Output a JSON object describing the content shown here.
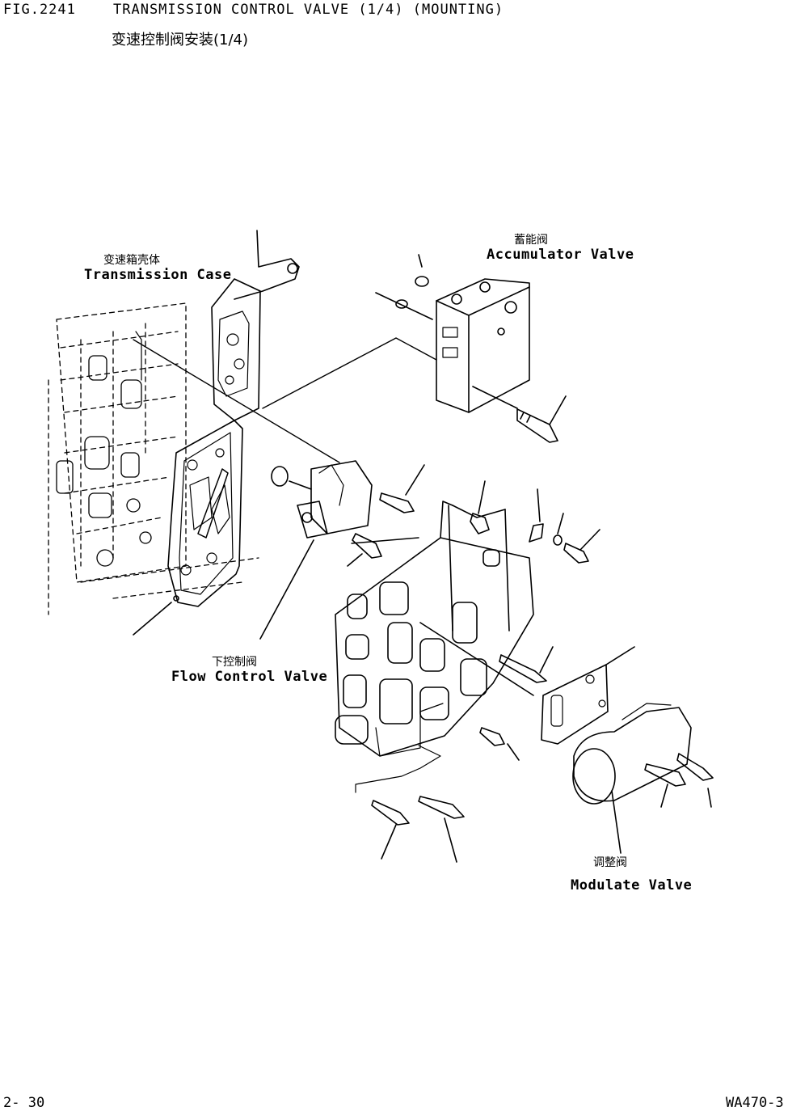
{
  "header": {
    "fig_no": "FIG.2241",
    "title_en": "TRANSMISSION CONTROL VALVE (1/4) (MOUNTING)",
    "title_cn": "变速控制阀安装(1/4)"
  },
  "labels": {
    "transmission_case": {
      "cn": "变速箱壳体",
      "en": "Transmission Case"
    },
    "accumulator_valve": {
      "cn": "蓄能阀",
      "en": "Accumulator Valve"
    },
    "flow_control_valve": {
      "cn": "下控制阀",
      "en": "Flow Control Valve"
    },
    "modulate_valve": {
      "cn": "调整阀",
      "en": "Modulate Valve"
    }
  },
  "footer": {
    "page": "2- 30",
    "model": "WA470-3"
  }
}
